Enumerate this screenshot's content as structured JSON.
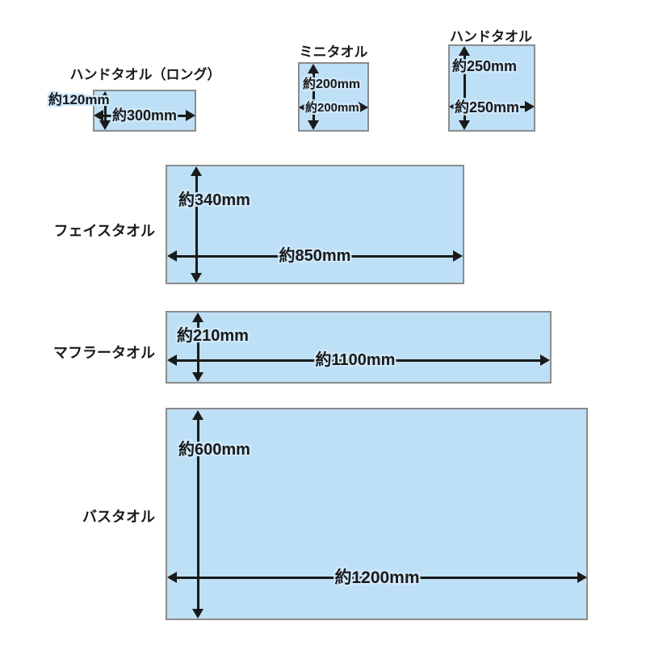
{
  "towels": {
    "hand_long": {
      "title": "ハンドタオル（ロング）",
      "height_label": "約120mm",
      "width_label": "約300mm",
      "height_mm": 120,
      "width_mm": 300
    },
    "mini": {
      "title": "ミニタオル",
      "height_label": "約200mm",
      "width_label": "約200mm",
      "height_mm": 200,
      "width_mm": 200
    },
    "hand": {
      "title": "ハンドタオル",
      "height_label": "約250mm",
      "width_label": "約250mm",
      "height_mm": 250,
      "width_mm": 250
    },
    "face": {
      "title": "フェイスタオル",
      "height_label": "約340mm",
      "width_label": "約850mm",
      "height_mm": 340,
      "width_mm": 850
    },
    "muffler": {
      "title": "マフラータオル",
      "height_label": "約210mm",
      "width_label": "約1100mm",
      "height_mm": 210,
      "width_mm": 1100
    },
    "bath": {
      "title": "バスタオル",
      "height_label": "約600mm",
      "width_label": "約1200mm",
      "height_mm": 600,
      "width_mm": 1200
    }
  },
  "colors": {
    "towel_fill": "#bde0f6",
    "towel_border": "#8c8c8c",
    "ink": "#1a1a1a",
    "background": "#ffffff",
    "label_halo": "#cfe8fa"
  }
}
